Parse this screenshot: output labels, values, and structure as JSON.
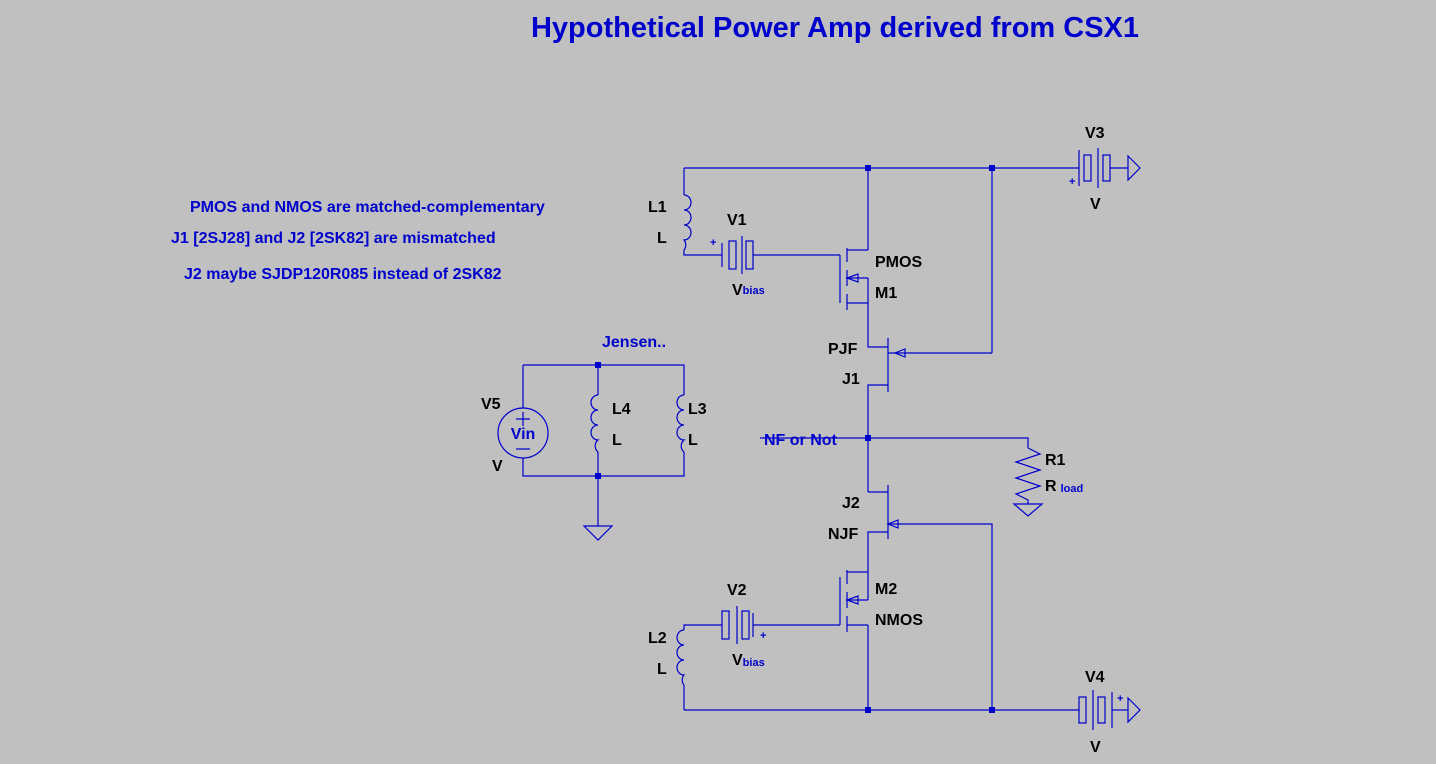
{
  "title": "Hypothetical Power Amp derived from CSX1",
  "notes": [
    "PMOS and NMOS are matched-complementary",
    "J1 [2SJ28] and J2 [2SK82] are mismatched",
    "J2 maybe SJDP120R085 instead of 2SK82"
  ],
  "net_labels": {
    "jensen": "Jensen..",
    "nf": "NF or Not"
  },
  "components": {
    "V1": {
      "name": "V1",
      "value": "V",
      "value_sub": "bias"
    },
    "V2": {
      "name": "V2",
      "value": "V",
      "value_sub": "bias"
    },
    "V3": {
      "name": "V3",
      "value": "V"
    },
    "V4": {
      "name": "V4",
      "value": "V"
    },
    "V5": {
      "name": "V5",
      "value": "V",
      "symbol": "Vin"
    },
    "L1": {
      "name": "L1",
      "value": "L"
    },
    "L2": {
      "name": "L2",
      "value": "L"
    },
    "L3": {
      "name": "L3",
      "value": "L"
    },
    "L4": {
      "name": "L4",
      "value": "L"
    },
    "M1": {
      "name": "M1",
      "model": "PMOS"
    },
    "M2": {
      "name": "M2",
      "model": "NMOS"
    },
    "J1": {
      "name": "J1",
      "model": "PJF"
    },
    "J2": {
      "name": "J2",
      "model": "NJF"
    },
    "R1": {
      "name": "R1",
      "value": "R",
      "value_sub": "load"
    }
  },
  "colors": {
    "background": "#c0c0c0",
    "wire": "#0000cc",
    "label": "#000000",
    "net_label": "#0000cc"
  }
}
